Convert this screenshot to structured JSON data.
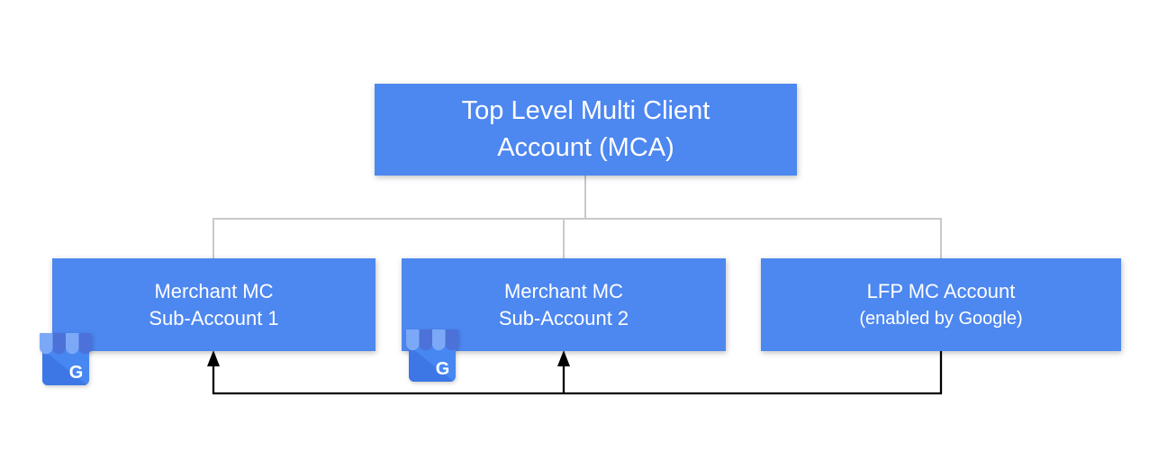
{
  "diagram": {
    "background_color": "#ffffff",
    "node_fill_color": "#4d87f0",
    "node_text_color": "#ffffff",
    "tree_line_color": "#c9c9c9",
    "arrow_line_color": "#000000",
    "root": {
      "line1": "Top Level Multi Client",
      "line2": "Account (MCA)"
    },
    "children": [
      {
        "line1": "Merchant MC",
        "line2": "Sub-Account 1",
        "icon": "google-business-profile-icon"
      },
      {
        "line1": "Merchant MC",
        "line2": "Sub-Account 2",
        "icon": "google-business-profile-icon"
      },
      {
        "line1": "LFP MC Account",
        "line2": "(enabled by Google)"
      }
    ],
    "business_icon": {
      "letter": "G",
      "body_color": "#4687f2",
      "body_shade_color": "#3d77e5",
      "awning_light_color": "#7ba9f7",
      "awning_dark_color": "#4c71d8",
      "letter_color": "#ffffff"
    }
  }
}
